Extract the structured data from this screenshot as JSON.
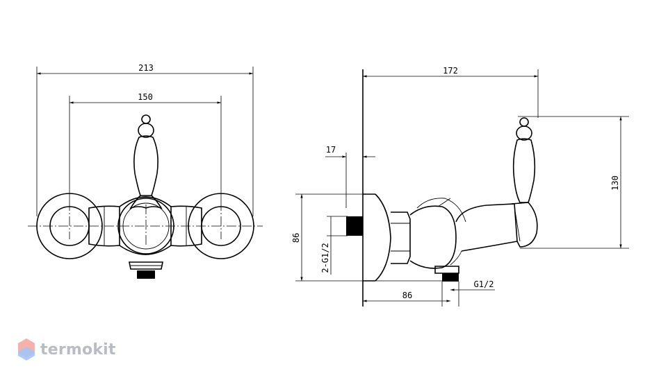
{
  "front_view": {
    "overall_width": "213",
    "center_distance": "150"
  },
  "side_view": {
    "depth": "172",
    "height": "130",
    "body_height": "86",
    "wall_offset": "17",
    "inlet_thread": "2-G1/2",
    "outlet_depth": "86",
    "outlet_thread": "G1/2"
  },
  "brand": {
    "name": "termokit",
    "logo_colors": [
      "#f28b82",
      "#8ab4f8"
    ]
  }
}
